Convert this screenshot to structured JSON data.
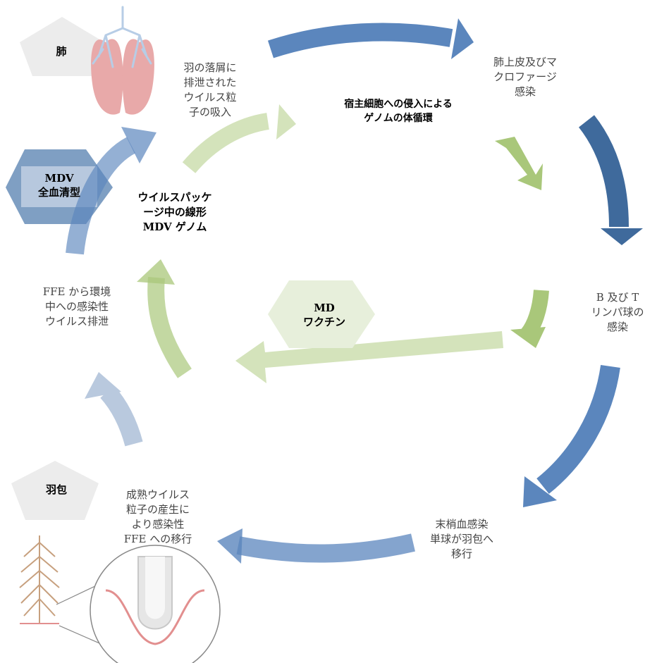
{
  "shapes": {
    "lung": "肺",
    "mdv_whole_blood": "MDV\n全血清型",
    "md_vaccine": "MD\nワクチン",
    "feather_follicle": "羽包"
  },
  "center_labels": {
    "linear_genome": "ウイルスパッケ\nージ中の線形\nMDV ゲノム",
    "host_entry": "宿主細胞への侵入による\nゲノムの体循環"
  },
  "steps": {
    "inhalation": "羽の落屑に\n排泄された\nウイルス粒\n子の吸入",
    "macrophage": "肺上皮及びマ\nクロファージ\n感染",
    "lymphocyte": "B 及び T\nリンパ球の\n感染",
    "migration": "末梢血感染\n単球が羽包へ\n移行",
    "maturation": "成熟ウイルス\n粒子の産生に\nより感染性\nFFE への移行",
    "shedding": "FFE から環境\n中への感染性\nウイルス排泄"
  },
  "colors": {
    "blue": "#5b86bd",
    "dark_blue": "#3f6a9c",
    "light_blue": "#b9c9de",
    "green": "#a9c77a",
    "light_green": "#d4e3bb",
    "lung_pink": "#e8a9a9",
    "gray_shape": "#ededed",
    "hexagon_blue": "#7f9fc3"
  },
  "icons": [
    "lung-icon",
    "feather-icon",
    "follicle-magnifier-icon"
  ]
}
